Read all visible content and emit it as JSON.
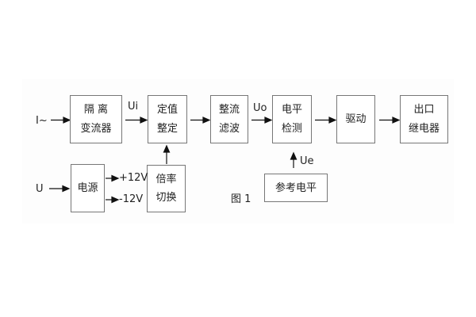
{
  "figure": {
    "caption": "图 1",
    "blocks": {
      "isolation": {
        "line1": "隔 离",
        "line2": "变流器"
      },
      "setting": {
        "line1": "定值",
        "line2": "整定"
      },
      "rectifier_filter": {
        "line1": "整流",
        "line2": "滤波"
      },
      "level_detector": {
        "line1": "电平",
        "line2": "检测"
      },
      "driver": {
        "line1": "驱动"
      },
      "output_relay": {
        "line1": "出口",
        "line2": "继电器"
      },
      "power_supply": {
        "line1": "电源"
      },
      "ratio_switch": {
        "line1": "倍率",
        "line2": "切换"
      },
      "reference_level": {
        "line1": "参考电平"
      }
    },
    "signal_labels": {
      "input_current": "I~",
      "input_voltage": "U",
      "ui": "Ui",
      "uo": "Uo",
      "ue": "Ue",
      "rail_positive": "+12V",
      "rail_negative": "-12V"
    },
    "colors": {
      "background": "#ffffff",
      "box_border": "#777777",
      "text": "#222222",
      "arrow": "#111111"
    }
  }
}
